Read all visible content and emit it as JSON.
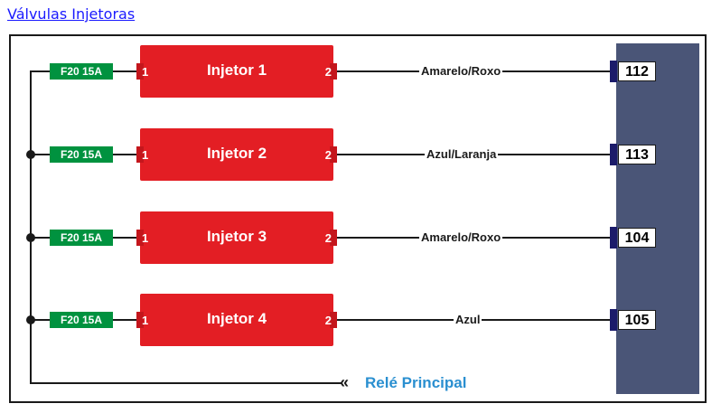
{
  "title": "Válvulas Injetoras",
  "injectors": [
    {
      "fuse": "F20 15A",
      "name": "Injetor 1",
      "pin_in": "1",
      "pin_out": "2",
      "wire": "Amarelo/Roxo",
      "terminal": "112"
    },
    {
      "fuse": "F20 15A",
      "name": "Injetor 2",
      "pin_in": "1",
      "pin_out": "2",
      "wire": "Azul/Laranja",
      "terminal": "113"
    },
    {
      "fuse": "F20 15A",
      "name": "Injetor 3",
      "pin_in": "1",
      "pin_out": "2",
      "wire": "Amarelo/Roxo",
      "terminal": "104"
    },
    {
      "fuse": "F20 15A",
      "name": "Injetor 4",
      "pin_in": "1",
      "pin_out": "2",
      "wire": "Azul",
      "terminal": "105"
    }
  ],
  "relay": {
    "arrow": "«",
    "label": "Relé Principal"
  },
  "colors": {
    "fuse": "#00923f",
    "injector": "#e31e24",
    "ecu": "#4a5577",
    "relay_text": "#2a8fd0",
    "title_link": "#1a1aff"
  }
}
